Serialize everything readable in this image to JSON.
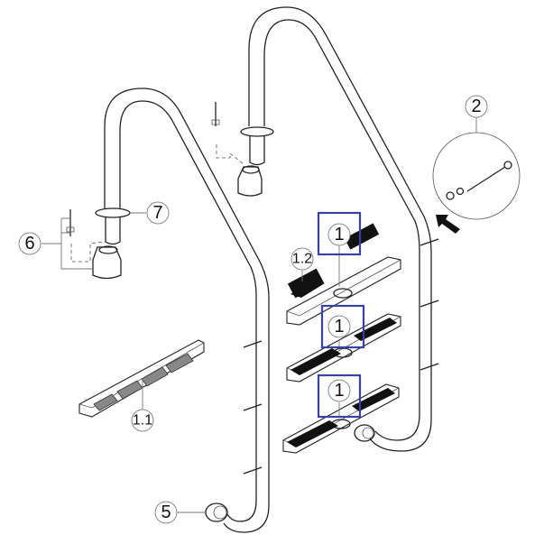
{
  "diagram": {
    "subject": "Pool ladder exploded parts view",
    "highlight_color": "#3B3FA8",
    "callouts": [
      {
        "id": "c1a",
        "label": "1",
        "highlighted": true
      },
      {
        "id": "c1b",
        "label": "1",
        "highlighted": true
      },
      {
        "id": "c1c",
        "label": "1",
        "highlighted": true
      },
      {
        "id": "c1_1",
        "label": "1.1",
        "highlighted": false
      },
      {
        "id": "c1_2",
        "label": "1.2",
        "highlighted": false
      },
      {
        "id": "c2",
        "label": "2",
        "highlighted": false
      },
      {
        "id": "c5",
        "label": "5",
        "highlighted": false
      },
      {
        "id": "c6",
        "label": "6",
        "highlighted": false
      },
      {
        "id": "c7",
        "label": "7",
        "highlighted": false
      }
    ],
    "parts": [
      {
        "name": "step-tread",
        "callout": "1"
      },
      {
        "name": "step-tread-base",
        "callout": "1.1"
      },
      {
        "name": "anti-slip-pad",
        "callout": "1.2"
      },
      {
        "name": "bolt-nut-washer-set",
        "callout": "2"
      },
      {
        "name": "end-cap",
        "callout": "5"
      },
      {
        "name": "anchor-socket-with-pin",
        "callout": "6"
      },
      {
        "name": "escutcheon-flange",
        "callout": "7"
      }
    ]
  }
}
